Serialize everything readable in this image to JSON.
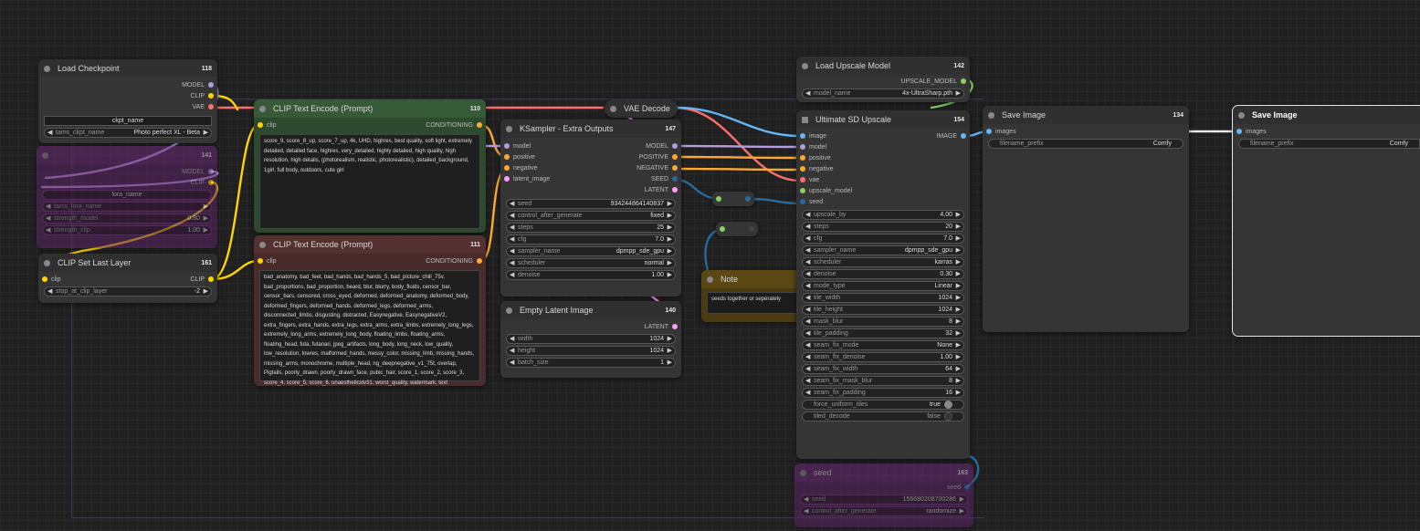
{
  "colors": {
    "canvas": "#202020",
    "model": "#b39ddb",
    "clip": "#ffd500",
    "vae": "#ff6e6e",
    "conditioning": "#ffa931",
    "latent": "#ff9cf9",
    "image": "#64b5f6",
    "upscale_model": "#8ccf6a",
    "int": "#29699c",
    "clip_node": "#2e4a2e",
    "neg_node": "#4a2b2b",
    "purple_node": "#5b2366",
    "note_node": "#4a3b10"
  },
  "load_checkpoint": {
    "title": "Load Checkpoint",
    "id": "118",
    "outputs": [
      "MODEL",
      "CLIP",
      "VAE"
    ],
    "ckpt_label": "ckpt_name",
    "ckpt_widget_label": "tams_ckpt_name",
    "ckpt_widget_value": "Photo perfect XL - Beta"
  },
  "lora": {
    "id": "141",
    "outputs": [
      "MODEL",
      "CLIP"
    ],
    "name_label": "lora_name",
    "widgets": [
      {
        "label": "tams_lora_name",
        "value": ""
      },
      {
        "label": "strength_model",
        "value": "0.80"
      },
      {
        "label": "strength_clip",
        "value": "1.00"
      }
    ]
  },
  "clip_set_last_layer": {
    "title": "CLIP Set Last Layer",
    "id": "161",
    "input": "clip",
    "output": "CLIP",
    "widget_label": "stop_at_clip_layer",
    "widget_value": "-2"
  },
  "clip_pos": {
    "title": "CLIP Text Encode (Prompt)",
    "id": "110",
    "input": "clip",
    "output": "CONDITIONING",
    "text": "score_9, score_8_up, score_7_up, 4k, UHD, highres, best quality, soft light, extremely detailed, detailed face, highres, very_detailed, highly detailed, high quality, high resolution, high details, (photorealism, realistic, photorealistic), detailed_background, 1girl, full body, outdoors, cute girl"
  },
  "clip_neg": {
    "title": "CLIP Text Encode (Prompt)",
    "id": "111",
    "input": "clip",
    "output": "CONDITIONING",
    "text": "bad_anatomy, bad_feet, bad_hands, bad_hands_5, bad_picture_chill_75v, bad_proportions, bad_proportion, beard, blur, blurry, body_fluids, censor_bar, censor_bars, censored, cross_eyed, deformed, deformed_anatomy, deformed_body, deformed_fingers, deformed_hands, deformed_legs, deformed_arms, disconnected_limbs, disgusting, distracted, Easynegative, EasynegativeV2, extra_fingers, extra_hands, extra_legs, extra_arms, extra_limbs, extremely_long_legs, extremely_long_arms, extremely_long_body, floating_limbs, floating_arms, floating_head, futa, futanari, jpeg_artifacts, long_body, long_neck, low_quality, low_resolution, lowres, malformed_hands, messy_color, missing_limb, missing_hands, missing_arms, monochrome, multiple_head, ng_deepnegative_v1_75t, overlap, Pigtails, poorly_drawn, poorly_drawn_face, pubic_hair, score_1, score_2, score_3, score_4, score_5, score_6, unaestheticxlv31, worst_quality, watermark, text"
  },
  "vae_decode": {
    "title": "VAE Decode"
  },
  "ksampler": {
    "title": "KSampler - Extra Outputs",
    "id": "147",
    "rows": [
      {
        "in": "model",
        "out": "MODEL"
      },
      {
        "in": "positive",
        "out": "POSITIVE"
      },
      {
        "in": "negative",
        "out": "NEGATIVE"
      },
      {
        "in": "latent_image",
        "out": "SEED"
      },
      {
        "in": "",
        "out": "LATENT"
      }
    ],
    "widgets": [
      {
        "label": "seed",
        "value": "934244864140837"
      },
      {
        "label": "control_after_generate",
        "value": "fixed"
      },
      {
        "label": "steps",
        "value": "25"
      },
      {
        "label": "cfg",
        "value": "7.0"
      },
      {
        "label": "sampler_name",
        "value": "dpmpp_sde_gpu"
      },
      {
        "label": "scheduler",
        "value": "normal"
      },
      {
        "label": "denoise",
        "value": "1.00"
      }
    ]
  },
  "empty_latent": {
    "title": "Empty Latent Image",
    "id": "140",
    "output": "LATENT",
    "widgets": [
      {
        "label": "width",
        "value": "1024"
      },
      {
        "label": "height",
        "value": "1024"
      },
      {
        "label": "batch_size",
        "value": "1"
      }
    ]
  },
  "note": {
    "title": "Note",
    "text": "seeds together or seperately"
  },
  "load_upscale": {
    "title": "Load Upscale Model",
    "id": "142",
    "output": "UPSCALE_MODEL",
    "widget_label": "model_name",
    "widget_value": "4x-UltraSharp.pth"
  },
  "usd": {
    "title": "Ultimate SD Upscale",
    "id": "154",
    "inputs": [
      "image",
      "model",
      "positive",
      "negative",
      "vae",
      "upscale_model",
      "seed"
    ],
    "output": "IMAGE",
    "widgets": [
      {
        "label": "upscale_by",
        "value": "4.00"
      },
      {
        "label": "steps",
        "value": "20"
      },
      {
        "label": "cfg",
        "value": "7.0"
      },
      {
        "label": "sampler_name",
        "value": "dpmpp_sde_gpu"
      },
      {
        "label": "scheduler",
        "value": "karras"
      },
      {
        "label": "denoise",
        "value": "0.30"
      },
      {
        "label": "mode_type",
        "value": "Linear"
      },
      {
        "label": "tile_width",
        "value": "1024"
      },
      {
        "label": "tile_height",
        "value": "1024"
      },
      {
        "label": "mask_blur",
        "value": "8"
      },
      {
        "label": "tile_padding",
        "value": "32"
      },
      {
        "label": "seam_fix_mode",
        "value": "None"
      },
      {
        "label": "seam_fix_denoise",
        "value": "1.00"
      },
      {
        "label": "seam_fix_width",
        "value": "64"
      },
      {
        "label": "seam_fix_mask_blur",
        "value": "8"
      },
      {
        "label": "seam_fix_padding",
        "value": "16"
      }
    ],
    "toggles": [
      {
        "label": "force_uniform_tiles",
        "value": "true"
      },
      {
        "label": "tiled_decode",
        "value": "false"
      }
    ]
  },
  "seed_node": {
    "title": "seed",
    "id": "163",
    "output": "seed",
    "widgets": [
      {
        "label": "seed",
        "value": "156680208700286"
      },
      {
        "label": "control_after_generate",
        "value": "randomize"
      }
    ]
  },
  "save1": {
    "title": "Save Image",
    "id": "134",
    "input": "images",
    "widget_label": "filename_prefix",
    "widget_value": "Comfy"
  },
  "save2": {
    "title": "Save Image",
    "input": "images",
    "widget_label": "filename_prefix",
    "widget_value": "Comfy"
  }
}
